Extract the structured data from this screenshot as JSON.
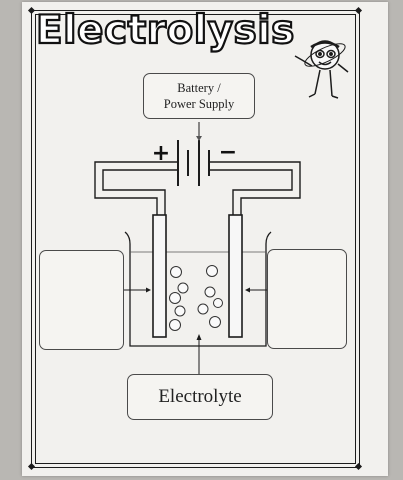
{
  "title": "Electrolysis",
  "labels": {
    "battery": "Battery /\nPower Supply",
    "electrolyte": "Electrolyte",
    "plus_sign": "+",
    "minus_sign": "−"
  },
  "mascot": {
    "icon": "atom-mascot-icon",
    "description_note": "cartoon atom character pointing"
  },
  "colors": {
    "ink": "#1c1c1c",
    "paper": "#f2f1ee",
    "background": "#b9b7b3"
  }
}
